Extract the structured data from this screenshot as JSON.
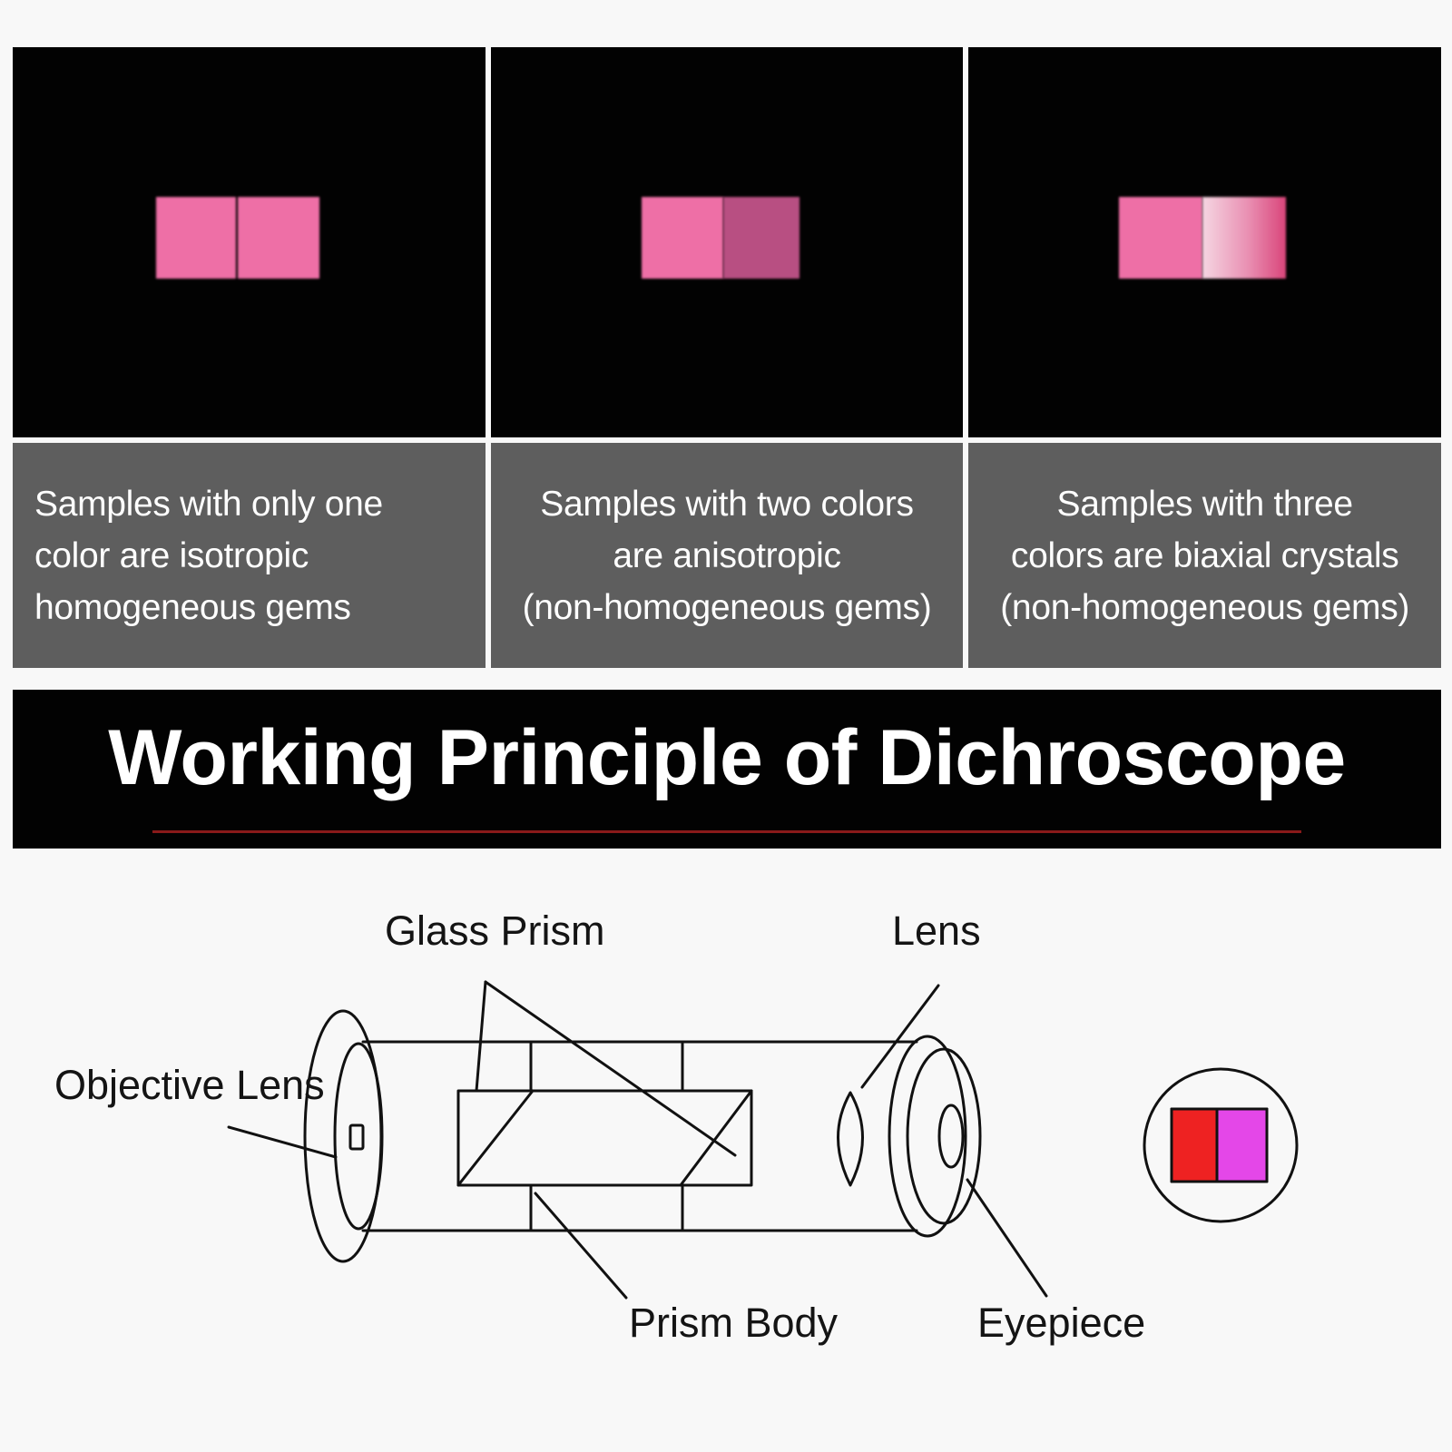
{
  "panels": [
    {
      "caption": "Samples with only one color are isotropic homogeneous gems",
      "caption_lines": [
        "Samples with only one",
        "color are isotropic",
        "homogeneous gems"
      ],
      "swatch_colors": [
        "#ee6fa6",
        "#ee6fa6"
      ]
    },
    {
      "caption": "Samples with two colors are anisotropic (non-homogeneous gems)",
      "caption_lines": [
        "Samples with two colors",
        "are anisotropic",
        "(non-homogeneous gems)"
      ],
      "swatch_colors": [
        "#ee6fa6",
        "#b84f82"
      ]
    },
    {
      "caption": "Samples with three colors are biaxial crystals (non-homogeneous gems)",
      "caption_lines": [
        "Samples with three",
        "colors are biaxial crystals",
        "(non-homogeneous gems)"
      ],
      "swatch_colors": [
        "#ee6fa6",
        "#f5d6e2",
        "#d9457a"
      ]
    }
  ],
  "title": "Working Principle of Dichroscope",
  "accent_color": "#8a1a1a",
  "diagram": {
    "labels": {
      "glass_prism": "Glass Prism",
      "lens": "Lens",
      "objective_lens": "Objective Lens",
      "prism_body": "Prism Body",
      "eyepiece": "Eyepiece"
    },
    "view_colors": [
      "#ee2222",
      "#e447e8"
    ]
  }
}
